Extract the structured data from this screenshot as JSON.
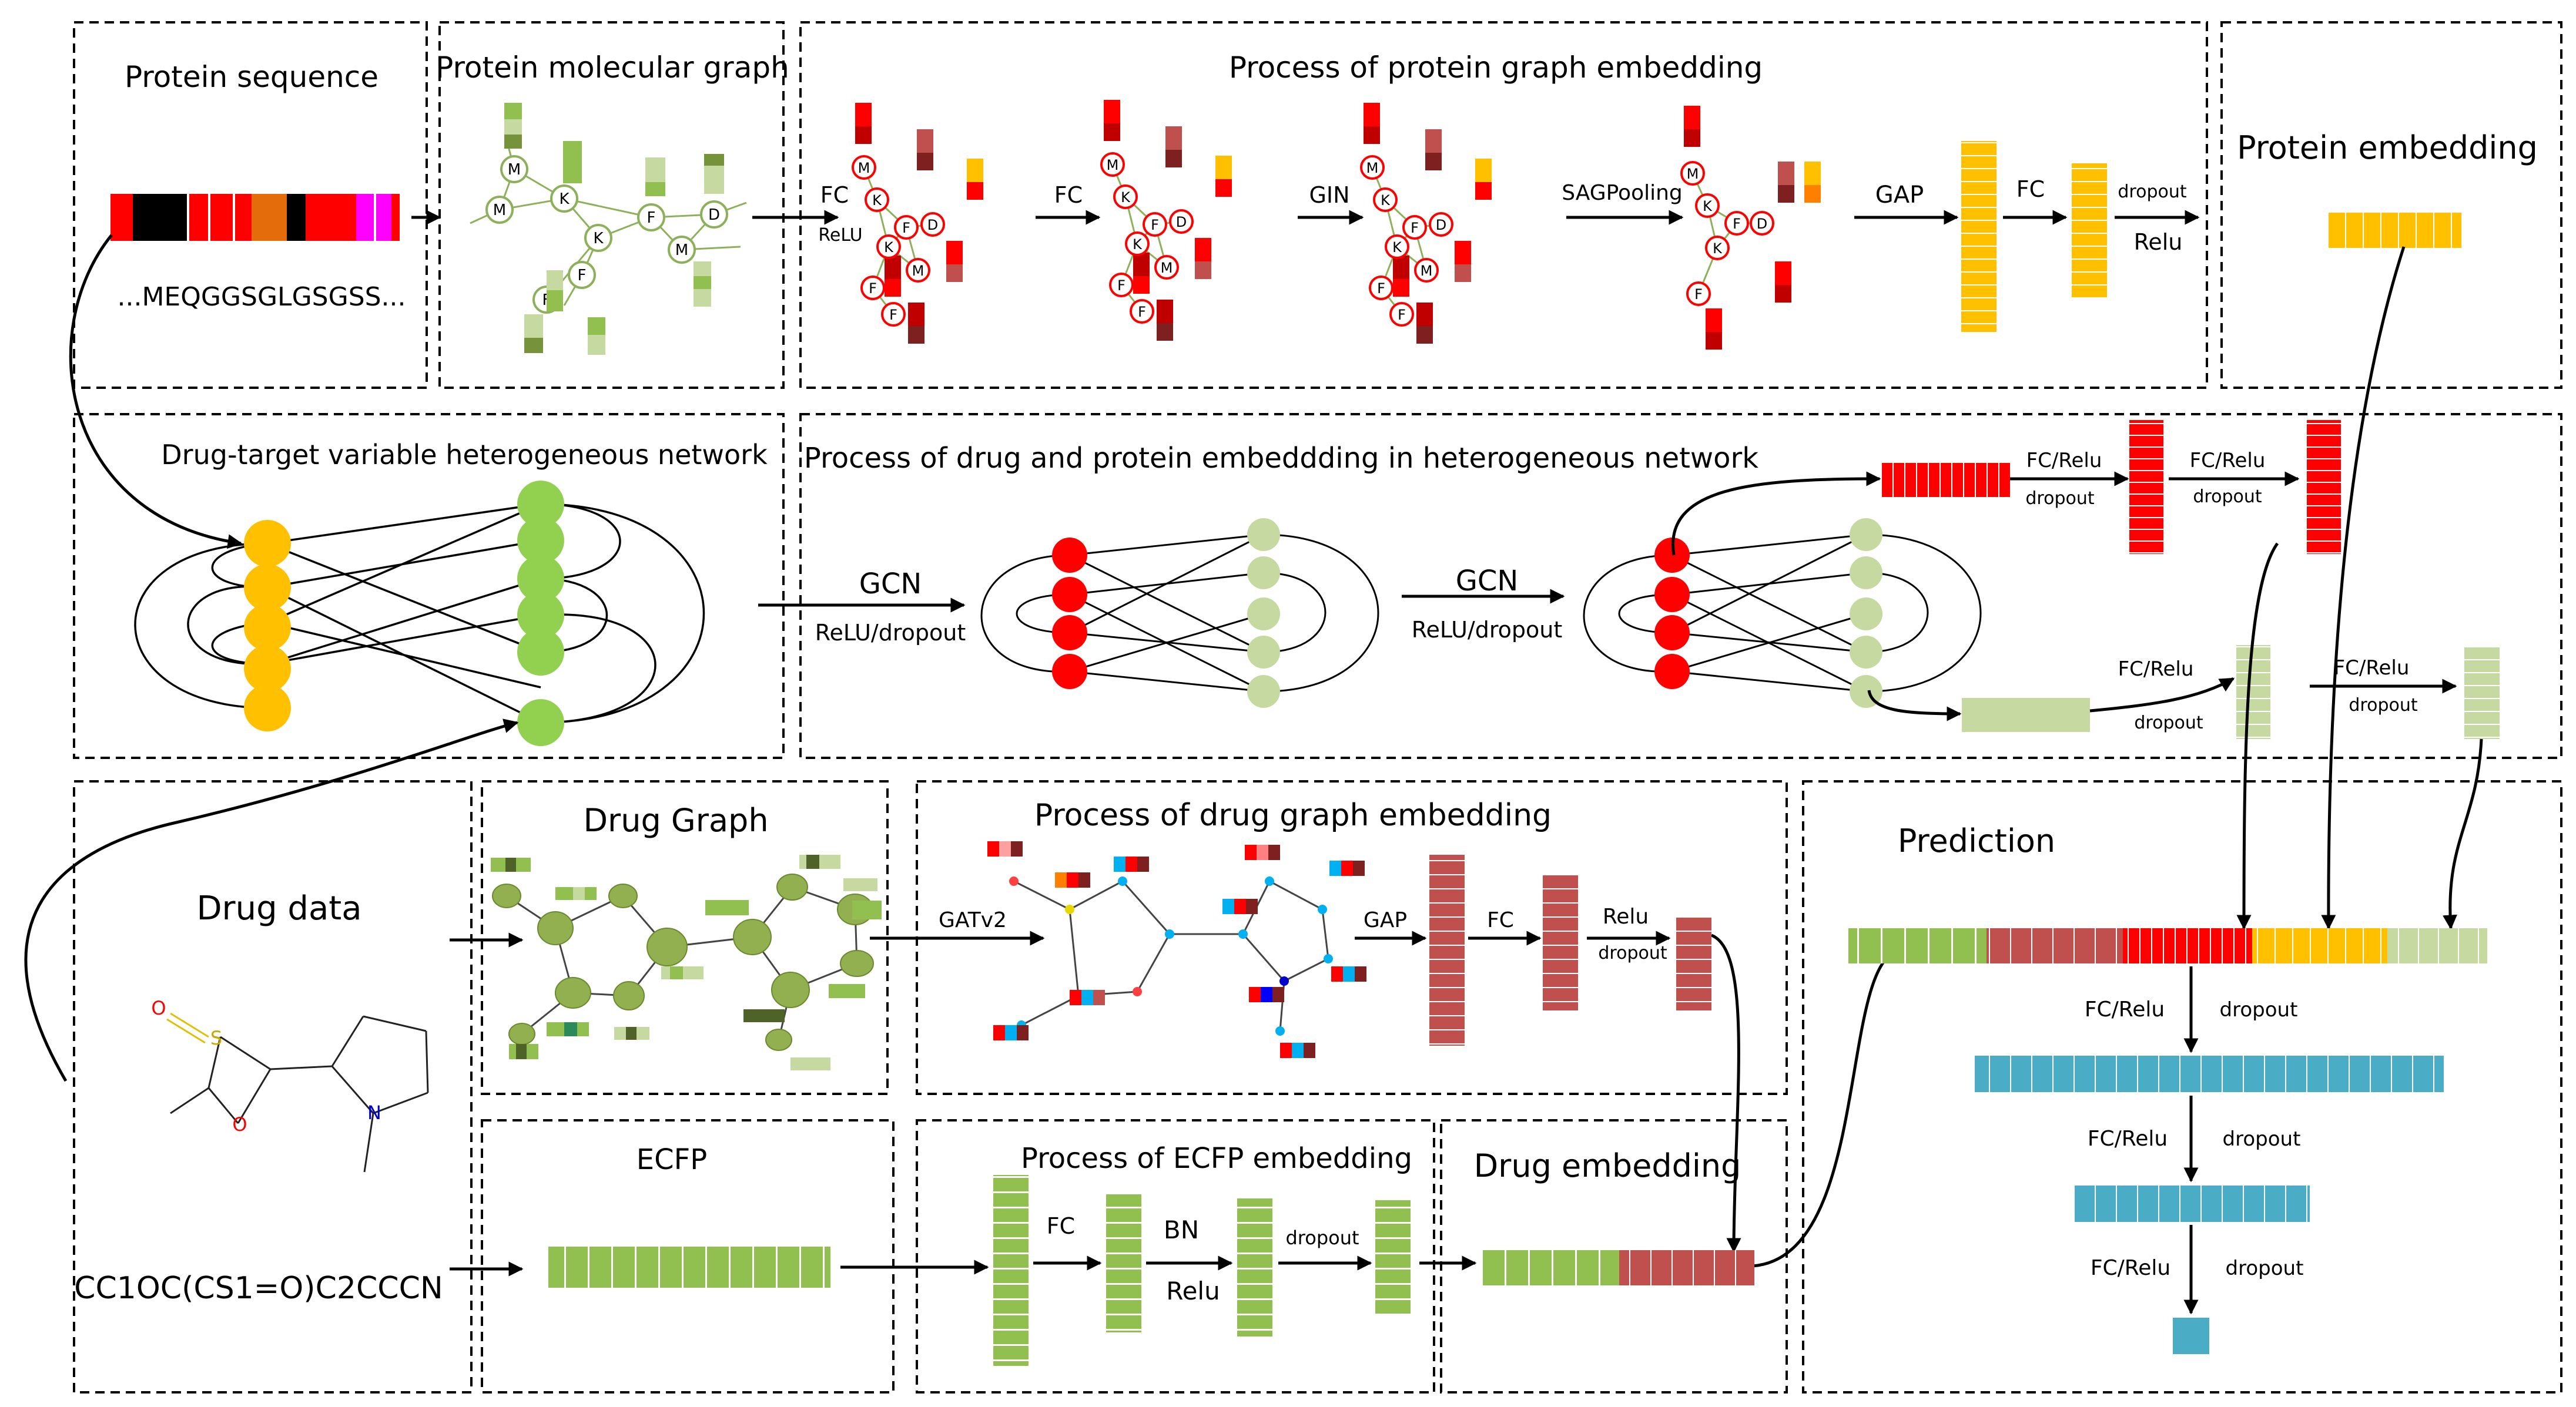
{
  "panels": {
    "protein_sequence": {
      "title": "Protein sequence",
      "sequence": "...MEQGGSGLGSGSS..."
    },
    "protein_graph": {
      "title": "Protein molecular graph"
    },
    "protein_embedding_process": {
      "title": "Process of protein graph embedding"
    },
    "protein_embedding": {
      "title": "Protein embedding"
    },
    "heterogeneous_network": {
      "title": "Drug-target variable heterogeneous network"
    },
    "hetero_embedding_process": {
      "title": "Process of drug and protein embeddding in heterogeneous network"
    },
    "drug_data": {
      "title": "Drug data",
      "smiles": "CC1OC(CS1=O)C2CCCN"
    },
    "drug_graph": {
      "title": "Drug  Graph"
    },
    "drug_embedding_process": {
      "title": "Process of drug graph embedding"
    },
    "ecfp": {
      "title": "ECFP"
    },
    "ecfp_embedding_process": {
      "title": "Process of ECFP embedding"
    },
    "drug_embedding": {
      "title": "Drug embedding"
    },
    "prediction": {
      "title": "Prediction"
    }
  },
  "node_labels": {
    "m": "M",
    "k": "K",
    "f": "F",
    "d": "D"
  },
  "molecule_labels": {
    "s": "S",
    "o_ring": "O",
    "o_keto": "O",
    "n": "N"
  },
  "operations": {
    "fc": "FC",
    "relu": "ReLU",
    "relu_title": "Relu",
    "gin": "GIN",
    "sagpooling": "SAGPooling",
    "gap": "GAP",
    "dropout": "dropout",
    "gcn": "GCN",
    "relu_dropout": "ReLU/dropout",
    "fc_relu": "FC/Relu",
    "gatv2": "GATv2",
    "bn": "BN"
  },
  "colors": {
    "protein_red": "#ff0000",
    "protein_orange": "#ffc000",
    "drug_green": "#92c050",
    "light_green": "#c5d9a0",
    "drug_brick": "#c0504d",
    "prediction_blue": "#4bacc6"
  }
}
